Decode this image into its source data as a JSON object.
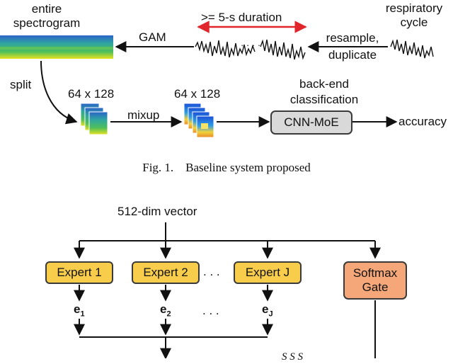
{
  "fig1": {
    "entire_spectrogram": [
      "entire",
      "spectrogram"
    ],
    "gam": "GAM",
    "duration": ">= 5-s duration",
    "dots": "· · · ·",
    "respiratory_cycle": [
      "respiratory",
      "cycle"
    ],
    "resample_duplicate": [
      "resample,",
      "duplicate"
    ],
    "split": "split",
    "size_left": "64 x 128",
    "size_right": "64 x 128",
    "mixup": "mixup",
    "backend": [
      "back-end",
      "classification"
    ],
    "cnn_moe": "CNN-MoE",
    "accuracy": "accuracy",
    "caption": "Fig. 1.    Baseline system proposed"
  },
  "fig2": {
    "input": "512-dim vector",
    "experts": [
      "Expert 1",
      "Expert 2",
      "Expert J"
    ],
    "expert_dots": ". . .",
    "gate": [
      "Softmax",
      "Gate"
    ],
    "evec": [
      {
        "sym": "e",
        "sub": "1"
      },
      {
        "sym": "e",
        "sub": "2"
      },
      {
        "sym": "e",
        "sub": "J"
      }
    ],
    "evec_dots": ". . .",
    "partial_label": "S  S   S"
  },
  "colors": {
    "expert": "#f9cd4c",
    "gate": "#f5a779",
    "cnn": "#d9d9d9",
    "duration_arrow": "#e0262b"
  }
}
